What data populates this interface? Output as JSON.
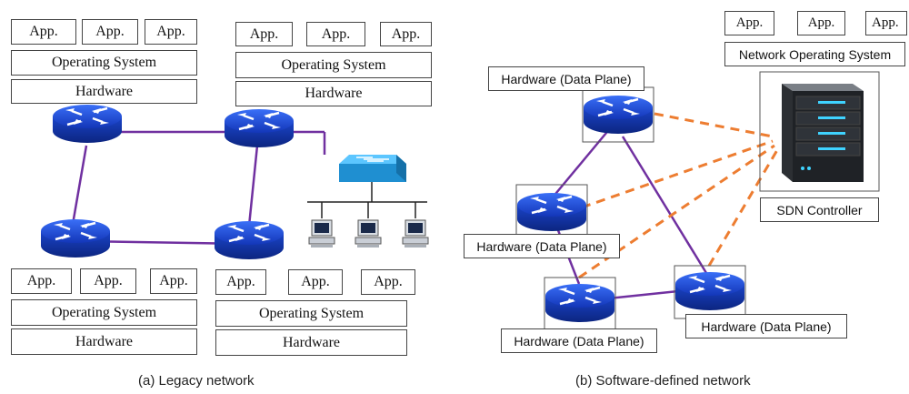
{
  "legacy": {
    "caption": "(a) Legacy network",
    "app_label": "App.",
    "os_label": "Operating System",
    "hw_label": "Hardware"
  },
  "sdn": {
    "caption": "(b) Software-defined network",
    "app_label": "App.",
    "nos_label": "Network Operating System",
    "controller_label": "SDN Controller",
    "switch_label": "Hardware (Data Plane)"
  },
  "colors": {
    "link": "#7030a0",
    "control_link": "#ed7d31",
    "router": "#1f4fd8"
  }
}
